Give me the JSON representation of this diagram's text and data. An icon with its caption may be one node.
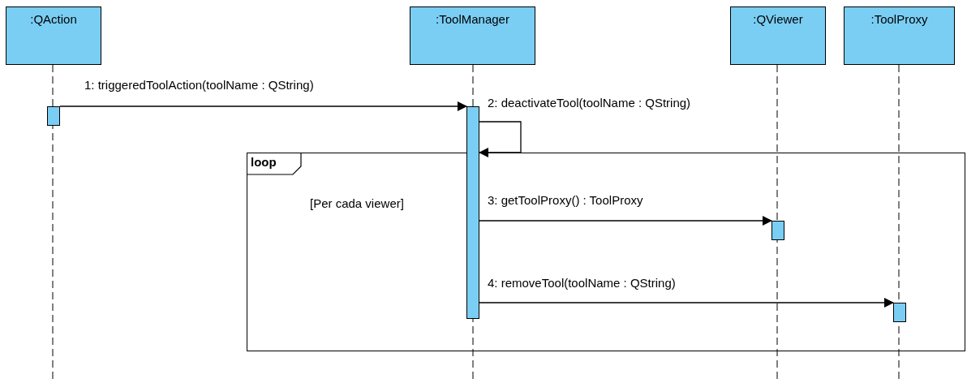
{
  "diagram": {
    "nodes": [
      {
        "text": [
          ":QAction"
        ]
      },
      {
        "text": [
          ":ToolManager"
        ]
      },
      {
        "text": [
          ":QViewer"
        ]
      },
      {
        "text": [
          ":ToolProxy"
        ]
      },
      {
        "text": [
          "loop",
          "[Per cada viewer]"
        ]
      },
      {
        "text": [],
        "shape": "bar"
      },
      {
        "text": [],
        "shape": "bar",
        "in": 4
      },
      {
        "text": [],
        "shape": "bar",
        "in": 4
      },
      {
        "text": [],
        "shape": "bar",
        "in": 4
      }
    ],
    "edges": [
      {
        "from": 5,
        "to": 6,
        "arrow": "to",
        "label": "1: triggeredToolAction(toolName : QString)"
      },
      {
        "from": 6,
        "to": 6,
        "arrow": "to",
        "label": "2: deactivateTool(toolName : QString)"
      },
      {
        "from": 6,
        "to": 7,
        "arrow": "to",
        "label": "3: getToolProxy() : ToolProxy"
      },
      {
        "from": 6,
        "to": 8,
        "arrow": "to",
        "label": "4: removeTool(toolName : QString)"
      }
    ]
  }
}
